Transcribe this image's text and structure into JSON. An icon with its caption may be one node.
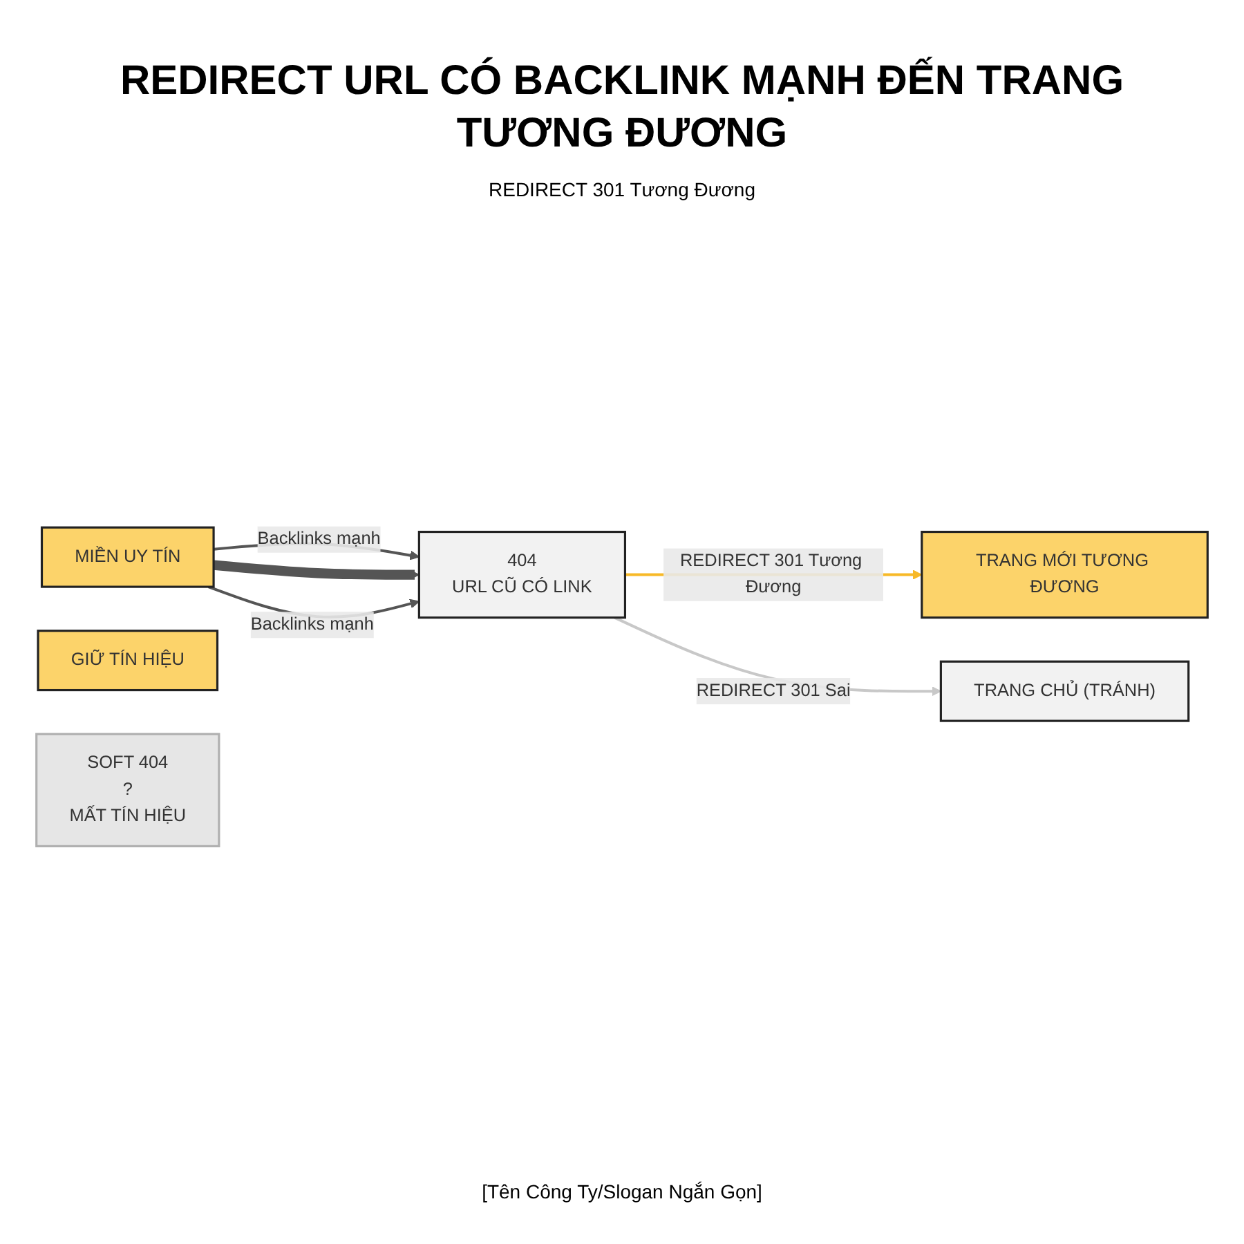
{
  "diagram": {
    "title": "REDIRECT URL CÓ BACKLINK MẠNH ĐẾN TRANG TƯƠNG ĐƯƠNG",
    "caption": "[Tên Công Ty/Slogan Ngắn Gọn]",
    "nodes": [
      {
        "text": [
          "MIỀN UY TÍN"
        ]
      },
      {
        "text": [
          "404",
          "URL CŨ CÓ LINK"
        ]
      },
      {
        "text": [
          "TRANG MỚI TƯƠNG ĐƯƠNG"
        ]
      },
      {
        "text": [
          "GIỮ TÍN HIỆU"
        ]
      },
      {
        "text": [
          "TRANG CHỦ (TRÁNH)"
        ]
      },
      {
        "text": [
          "SOFT 404",
          "?",
          "MẤT TÍN HIỆU"
        ]
      }
    ],
    "edges": [
      {
        "from": 0,
        "to": 1,
        "arrow": "to",
        "label": "Backlinks mạnh"
      },
      {
        "from": 0,
        "to": 1,
        "arrow": "to",
        "style": "thick"
      },
      {
        "from": 0,
        "to": 1,
        "arrow": "to",
        "label": "Backlinks mạnh"
      },
      {
        "from": 1,
        "to": 2,
        "arrow": "to",
        "label": "REDIRECT 301 Tương Đương",
        "color": "#f7b928"
      },
      {
        "from": 1,
        "to": 4,
        "arrow": "to",
        "label": "REDIRECT 301 Sai",
        "color": "#c8c8c8"
      }
    ],
    "labels": [
      "REDIRECT 301 Tương Đương"
    ]
  }
}
